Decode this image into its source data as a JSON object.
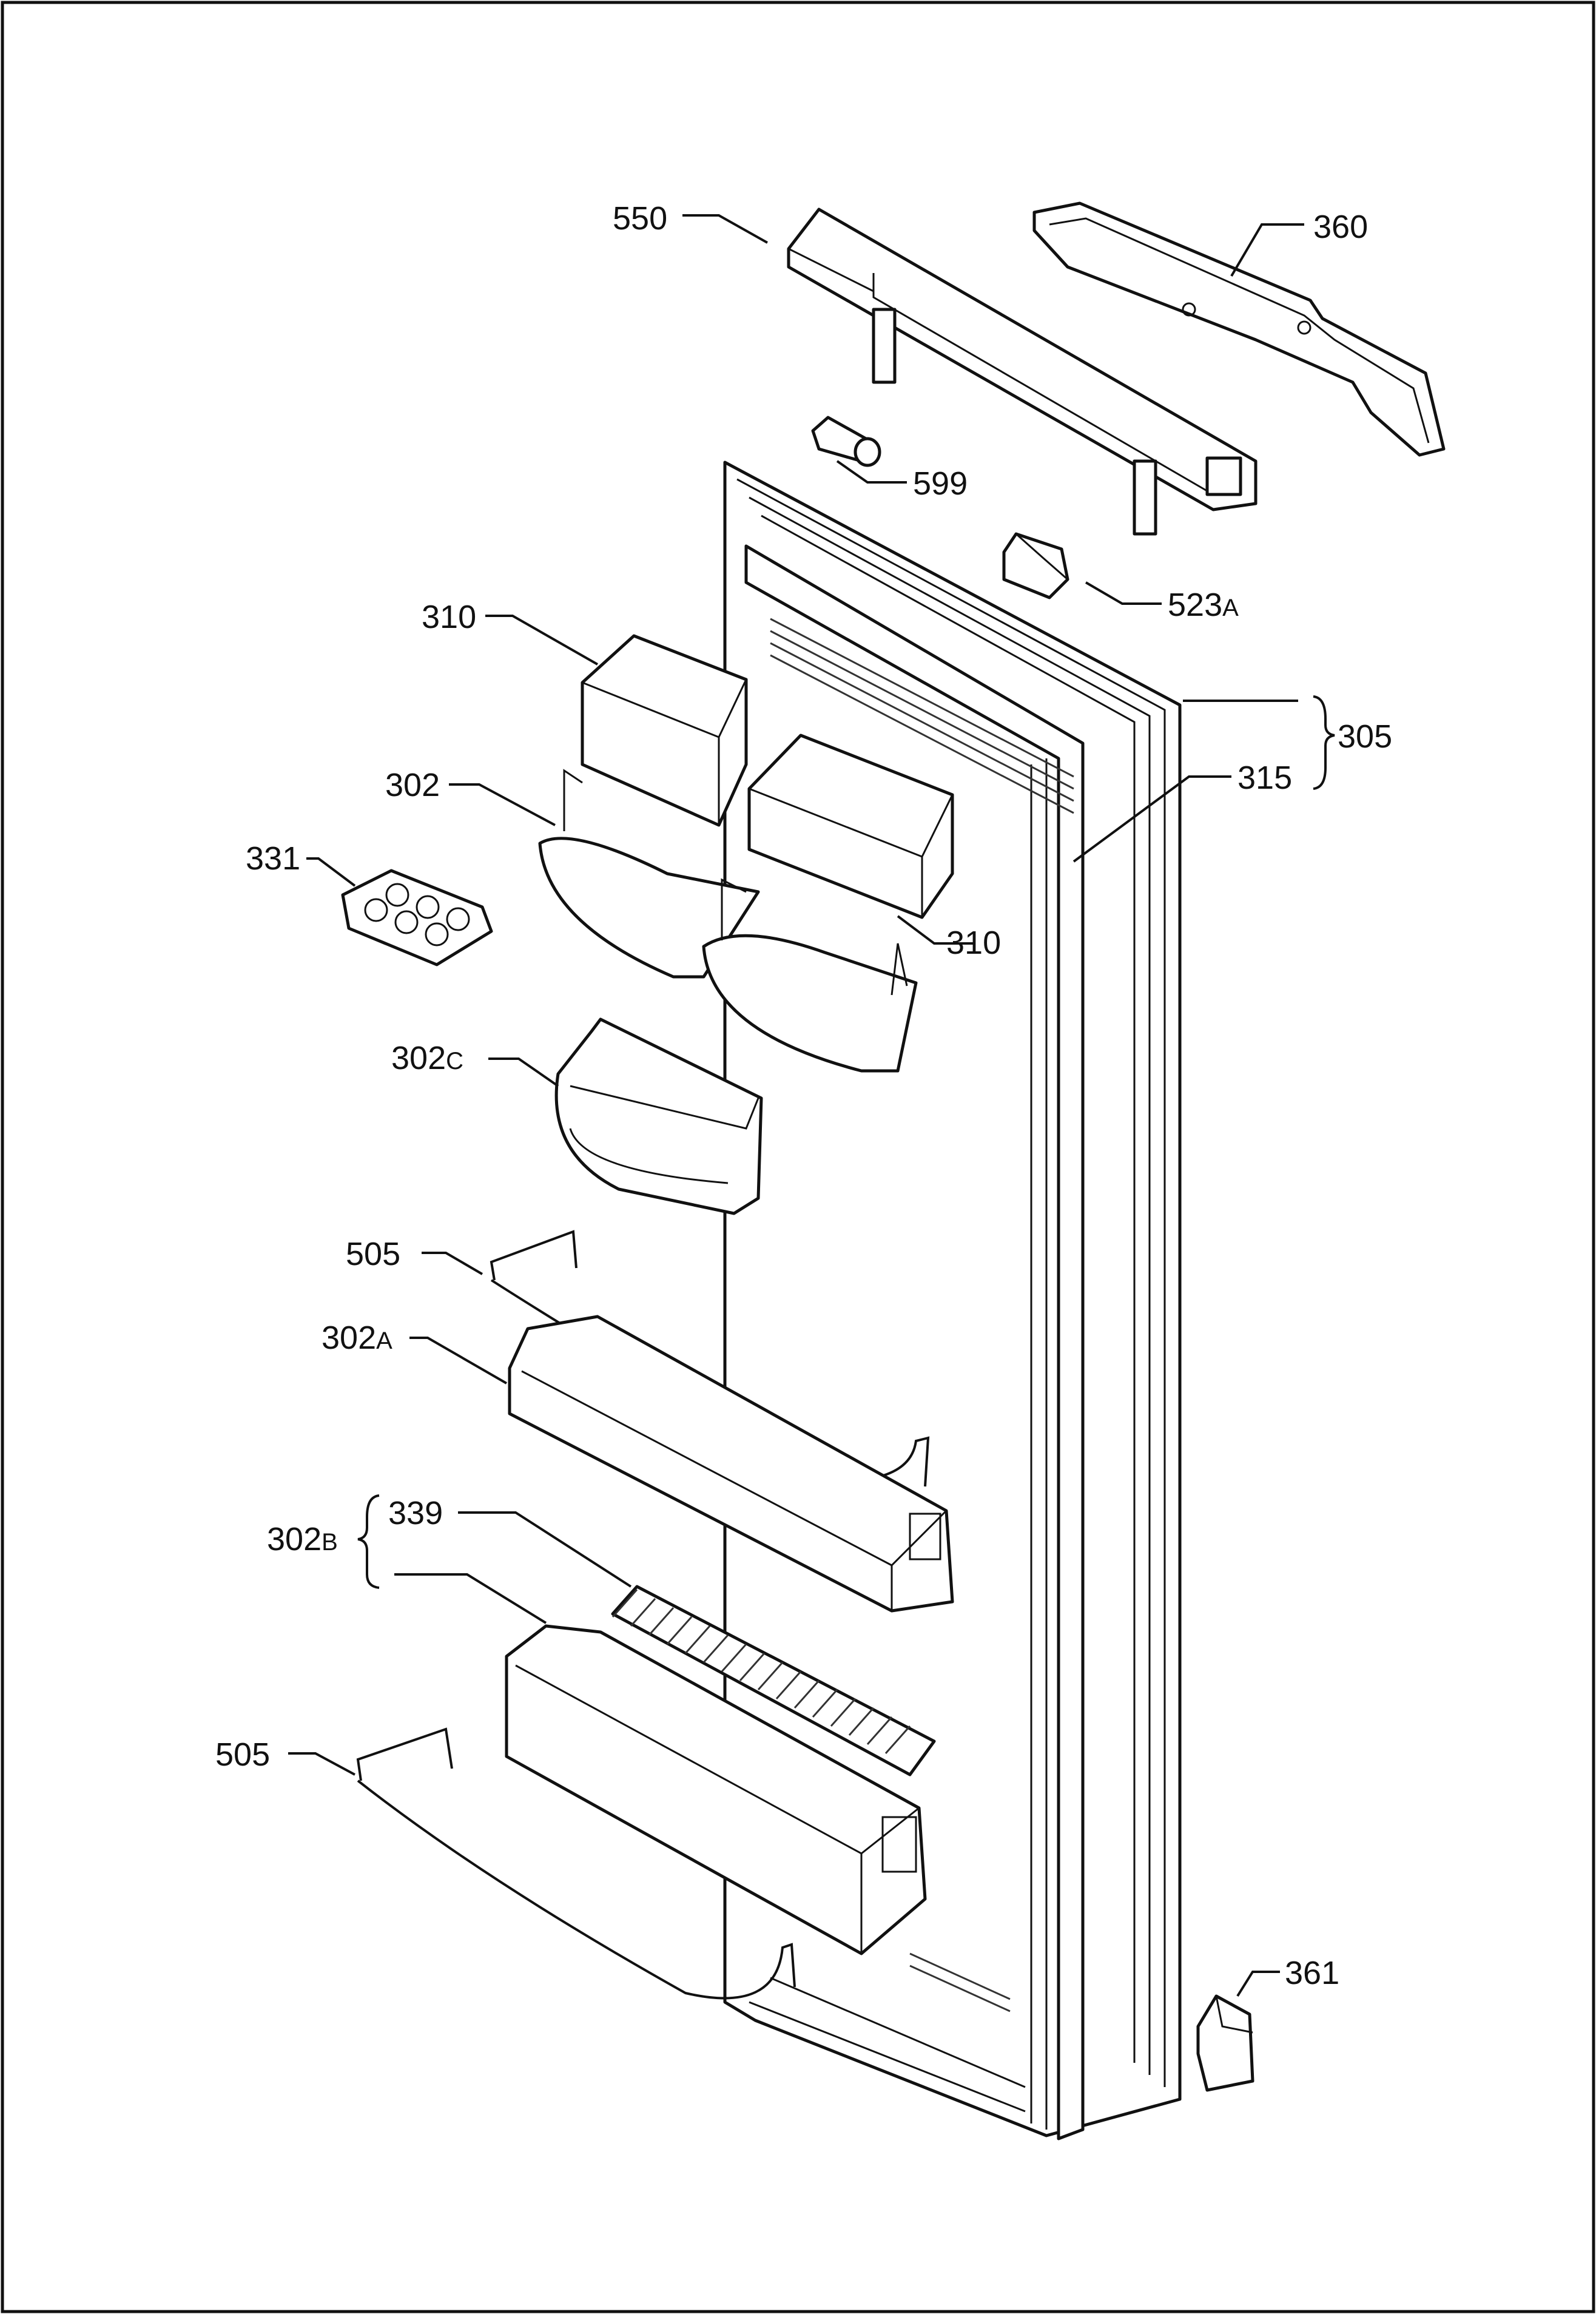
{
  "diagram": {
    "type": "exploded-parts-view",
    "callouts": [
      {
        "id": "c550",
        "number": "550",
        "suffix": ""
      },
      {
        "id": "c360",
        "number": "360",
        "suffix": ""
      },
      {
        "id": "c599",
        "number": "599",
        "suffix": ""
      },
      {
        "id": "c523a",
        "number": "523",
        "suffix": "A"
      },
      {
        "id": "c310a",
        "number": "310",
        "suffix": ""
      },
      {
        "id": "c305",
        "number": "305",
        "suffix": ""
      },
      {
        "id": "c315",
        "number": "315",
        "suffix": ""
      },
      {
        "id": "c302",
        "number": "302",
        "suffix": ""
      },
      {
        "id": "c331",
        "number": "331",
        "suffix": ""
      },
      {
        "id": "c310b",
        "number": "310",
        "suffix": ""
      },
      {
        "id": "c302c",
        "number": "302",
        "suffix": "C"
      },
      {
        "id": "c505a",
        "number": "505",
        "suffix": ""
      },
      {
        "id": "c302a",
        "number": "302",
        "suffix": "A"
      },
      {
        "id": "c302b",
        "number": "302",
        "suffix": "B"
      },
      {
        "id": "c339",
        "number": "339",
        "suffix": ""
      },
      {
        "id": "c505b",
        "number": "505",
        "suffix": ""
      },
      {
        "id": "c361",
        "number": "361",
        "suffix": ""
      }
    ]
  }
}
